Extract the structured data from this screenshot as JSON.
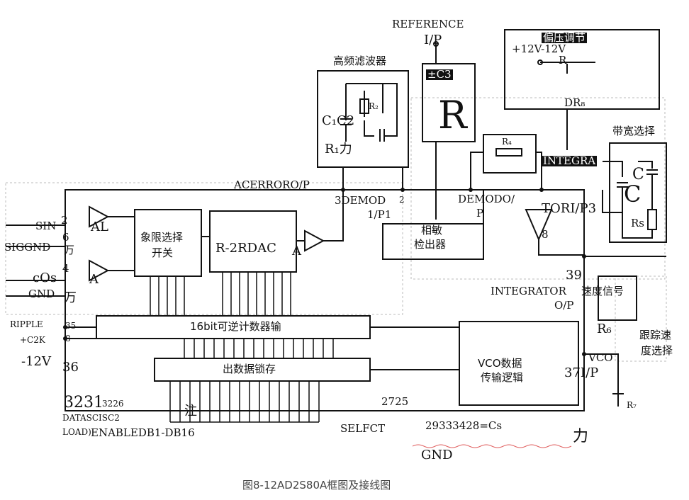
{
  "labels": {
    "reference": "REFERENCE",
    "ref_ip": "I/P",
    "hf_filter": "高频滤波器",
    "r2": "R₂",
    "c1c2": "C₁C2",
    "r1": "R₁力",
    "pm_c3": "±C3",
    "big_r": "R",
    "bias_adjust": "偏压调节",
    "bias_voltage": "+12V-12V",
    "bias_r": "R",
    "dr": "DR₈",
    "r4": "R₄",
    "integra": "INTEGRA",
    "bw_select": "带宽选择",
    "bw_c1": "C",
    "bw_c2": "C",
    "rs": "Rs",
    "acerror": "ACERRORO/P",
    "demod3": "3DEMOD",
    "p1": "1/P1",
    "pin2": "2",
    "demodo": "DEMODO/",
    "demodo_p": "P",
    "tori": "TORI/P3",
    "tori_8": "8",
    "phase_det1": "相敏",
    "phase_det2": "检出器",
    "sin": "SIN",
    "sin_pin": "2",
    "siggnd": "SIGGND",
    "sig_pin": "6",
    "wan1": "万",
    "cos": "cOs",
    "cos_pin": "4",
    "gnd_left": "GND",
    "wan2": "万",
    "al": "AL",
    "a": "A",
    "quad1": "象限选择",
    "quad2": "开关",
    "r2rdac": "R-2RDAC",
    "dac_a": "A",
    "pin39": "39",
    "integrator": "INTEGRATOR",
    "speed_signal": "速度信号",
    "op": "O/P",
    "r6": "R₆",
    "track1": "跟踪速",
    "track2": "度选择",
    "vco": "VCO",
    "pin37": "37I/P",
    "r7": "R₇",
    "ripple": "RIPPLE",
    "ripple_pin": "35",
    "c2k": "+C2K",
    "c2k_pin": "8",
    "minus12": "-12V",
    "pin36": "36",
    "counter": "16bit可逆计数器输",
    "latch": "出数据锁存",
    "vco_data1": "VCO数据",
    "vco_data2": "传输逻辑",
    "pins_3231": "3231",
    "pins_3226": "3226",
    "datasc": "DATASCISC2",
    "load": "LOAD)",
    "enable": "ENABLEDB1-DB16",
    "zhu": "注",
    "pins_2725": "2725",
    "selfct": "SELFCT",
    "pins_bottom": "29333428=Cs",
    "li": "力",
    "gnd_bottom": "GND"
  },
  "caption": "图8-12AD2S80A框图及接线图"
}
